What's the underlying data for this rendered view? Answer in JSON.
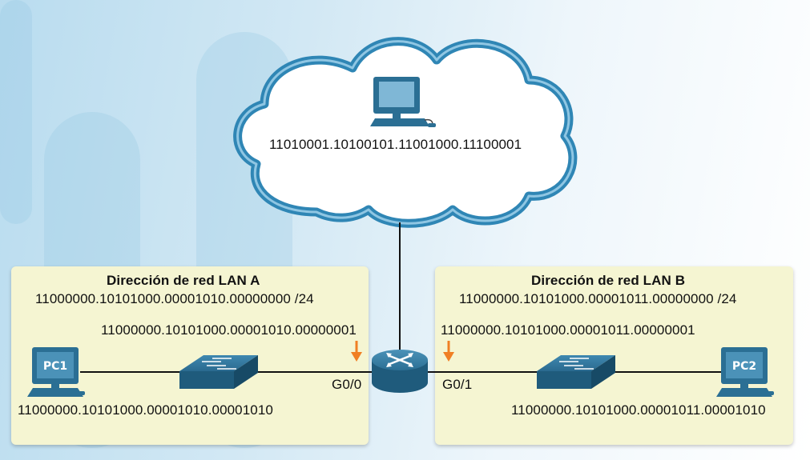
{
  "cloud": {
    "host_address": "11010001.10100101.11001000.11100001"
  },
  "lan_a": {
    "title": "Dirección de red LAN A",
    "network_address": "11000000.10101000.00001010.00000000 /24",
    "router_interface_address": "11000000.10101000.00001010.00000001",
    "interface_label": "G0/0",
    "pc_label": "PC1",
    "pc_address": "11000000.10101000.00001010.00001010"
  },
  "lan_b": {
    "title": "Dirección de red LAN B",
    "network_address": "11000000.10101000.00001011.00000000 /24",
    "router_interface_address": "11000000.10101000.00001011.00000001",
    "interface_label": "G0/1",
    "pc_label": "PC2",
    "pc_address": "11000000.10101000.00001011.00001010"
  },
  "colors": {
    "panel_fill": "#f5f5d2",
    "device_blue": "#2b6f94",
    "cloud_border": "#2f86b5",
    "arrow_orange": "#f07f24"
  }
}
